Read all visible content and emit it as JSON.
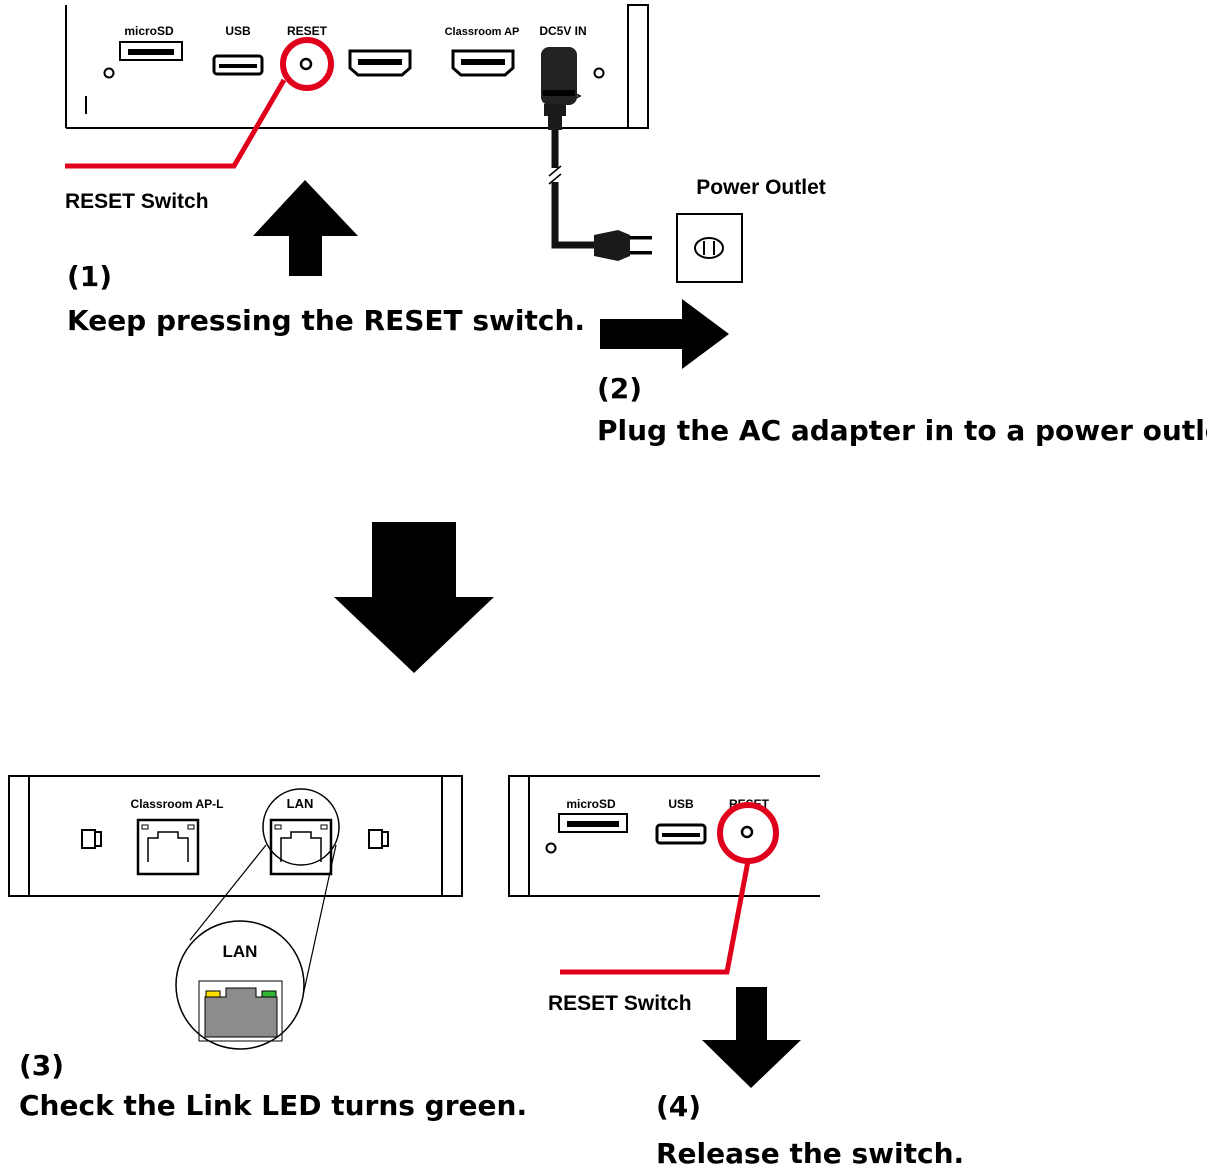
{
  "colors": {
    "accent": "#e0001b",
    "ink": "#000000",
    "port_fill": "#8c8c8c",
    "led_yellow": "#ffe000",
    "led_green": "#35b535"
  },
  "top_device": {
    "labels": {
      "microsd": "microSD",
      "usb": "USB",
      "reset": "RESET",
      "classroom_ap": "Classroom AP",
      "dc5v_in": "DC5V IN"
    },
    "reset_callout": "RESET Switch",
    "power_outlet": "Power Outlet"
  },
  "steps": {
    "step1": {
      "number": "(1)",
      "text": "Keep pressing the RESET switch."
    },
    "step2": {
      "number": "(2)",
      "text": "Plug the AC adapter in to a power outlet."
    },
    "step3": {
      "number": "(3)",
      "text": "Check the Link LED turns green."
    },
    "step4": {
      "number": "(4)",
      "text": "Release the switch."
    }
  },
  "bottom_left_device": {
    "labels": {
      "classroom_ap_l": "Classroom AP-L",
      "lan": "LAN",
      "lan_zoom": "LAN"
    }
  },
  "bottom_right_device": {
    "labels": {
      "microsd": "microSD",
      "usb": "USB",
      "reset": "RESET"
    },
    "reset_callout": "RESET Switch"
  }
}
